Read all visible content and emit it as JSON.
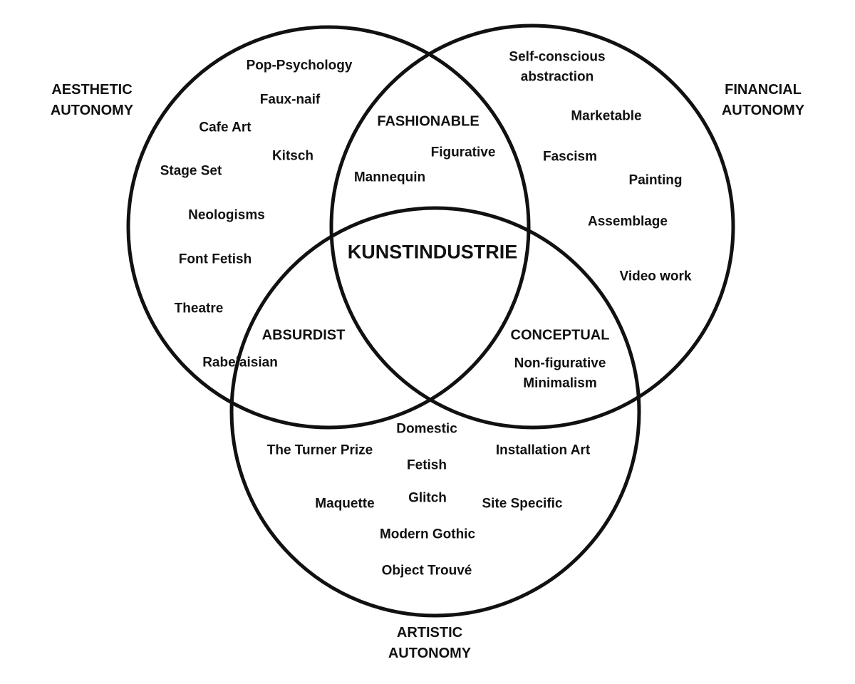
{
  "sets": [
    {
      "label_line1": "AESTHETIC",
      "label_line2": "AUTONOMY"
    },
    {
      "label_line1": "FINANCIAL",
      "label_line2": "AUTONOMY"
    },
    {
      "label_line1": "ARTISTIC",
      "label_line2": "AUTONOMY"
    }
  ],
  "center": "KUNSTINDUSTRIE",
  "intersections": {
    "aesthetic_financial": "FASHIONABLE",
    "aesthetic_artistic": "ABSURDIST",
    "financial_artistic": "CONCEPTUAL"
  },
  "items": {
    "aesthetic": [
      "Pop-Psychology",
      "Faux-naif",
      "Cafe Art",
      "Kitsch",
      "Stage Set",
      "Neologisms",
      "Font Fetish",
      "Theatre",
      "Rabelaisian"
    ],
    "fashionable": [
      "Figurative",
      "Mannequin"
    ],
    "financial": [
      "Self-conscious",
      "abstraction",
      "Marketable",
      "Fascism",
      "Painting",
      "Assemblage",
      "Video work"
    ],
    "conceptual": [
      "Non-figurative",
      "Minimalism"
    ],
    "artistic": [
      "Domestic",
      "The Turner Prize",
      "Installation Art",
      "Fetish",
      "Maquette",
      "Glitch",
      "Site Specific",
      "Modern Gothic",
      "Object Trouvé"
    ]
  },
  "stroke_color": "#111111"
}
